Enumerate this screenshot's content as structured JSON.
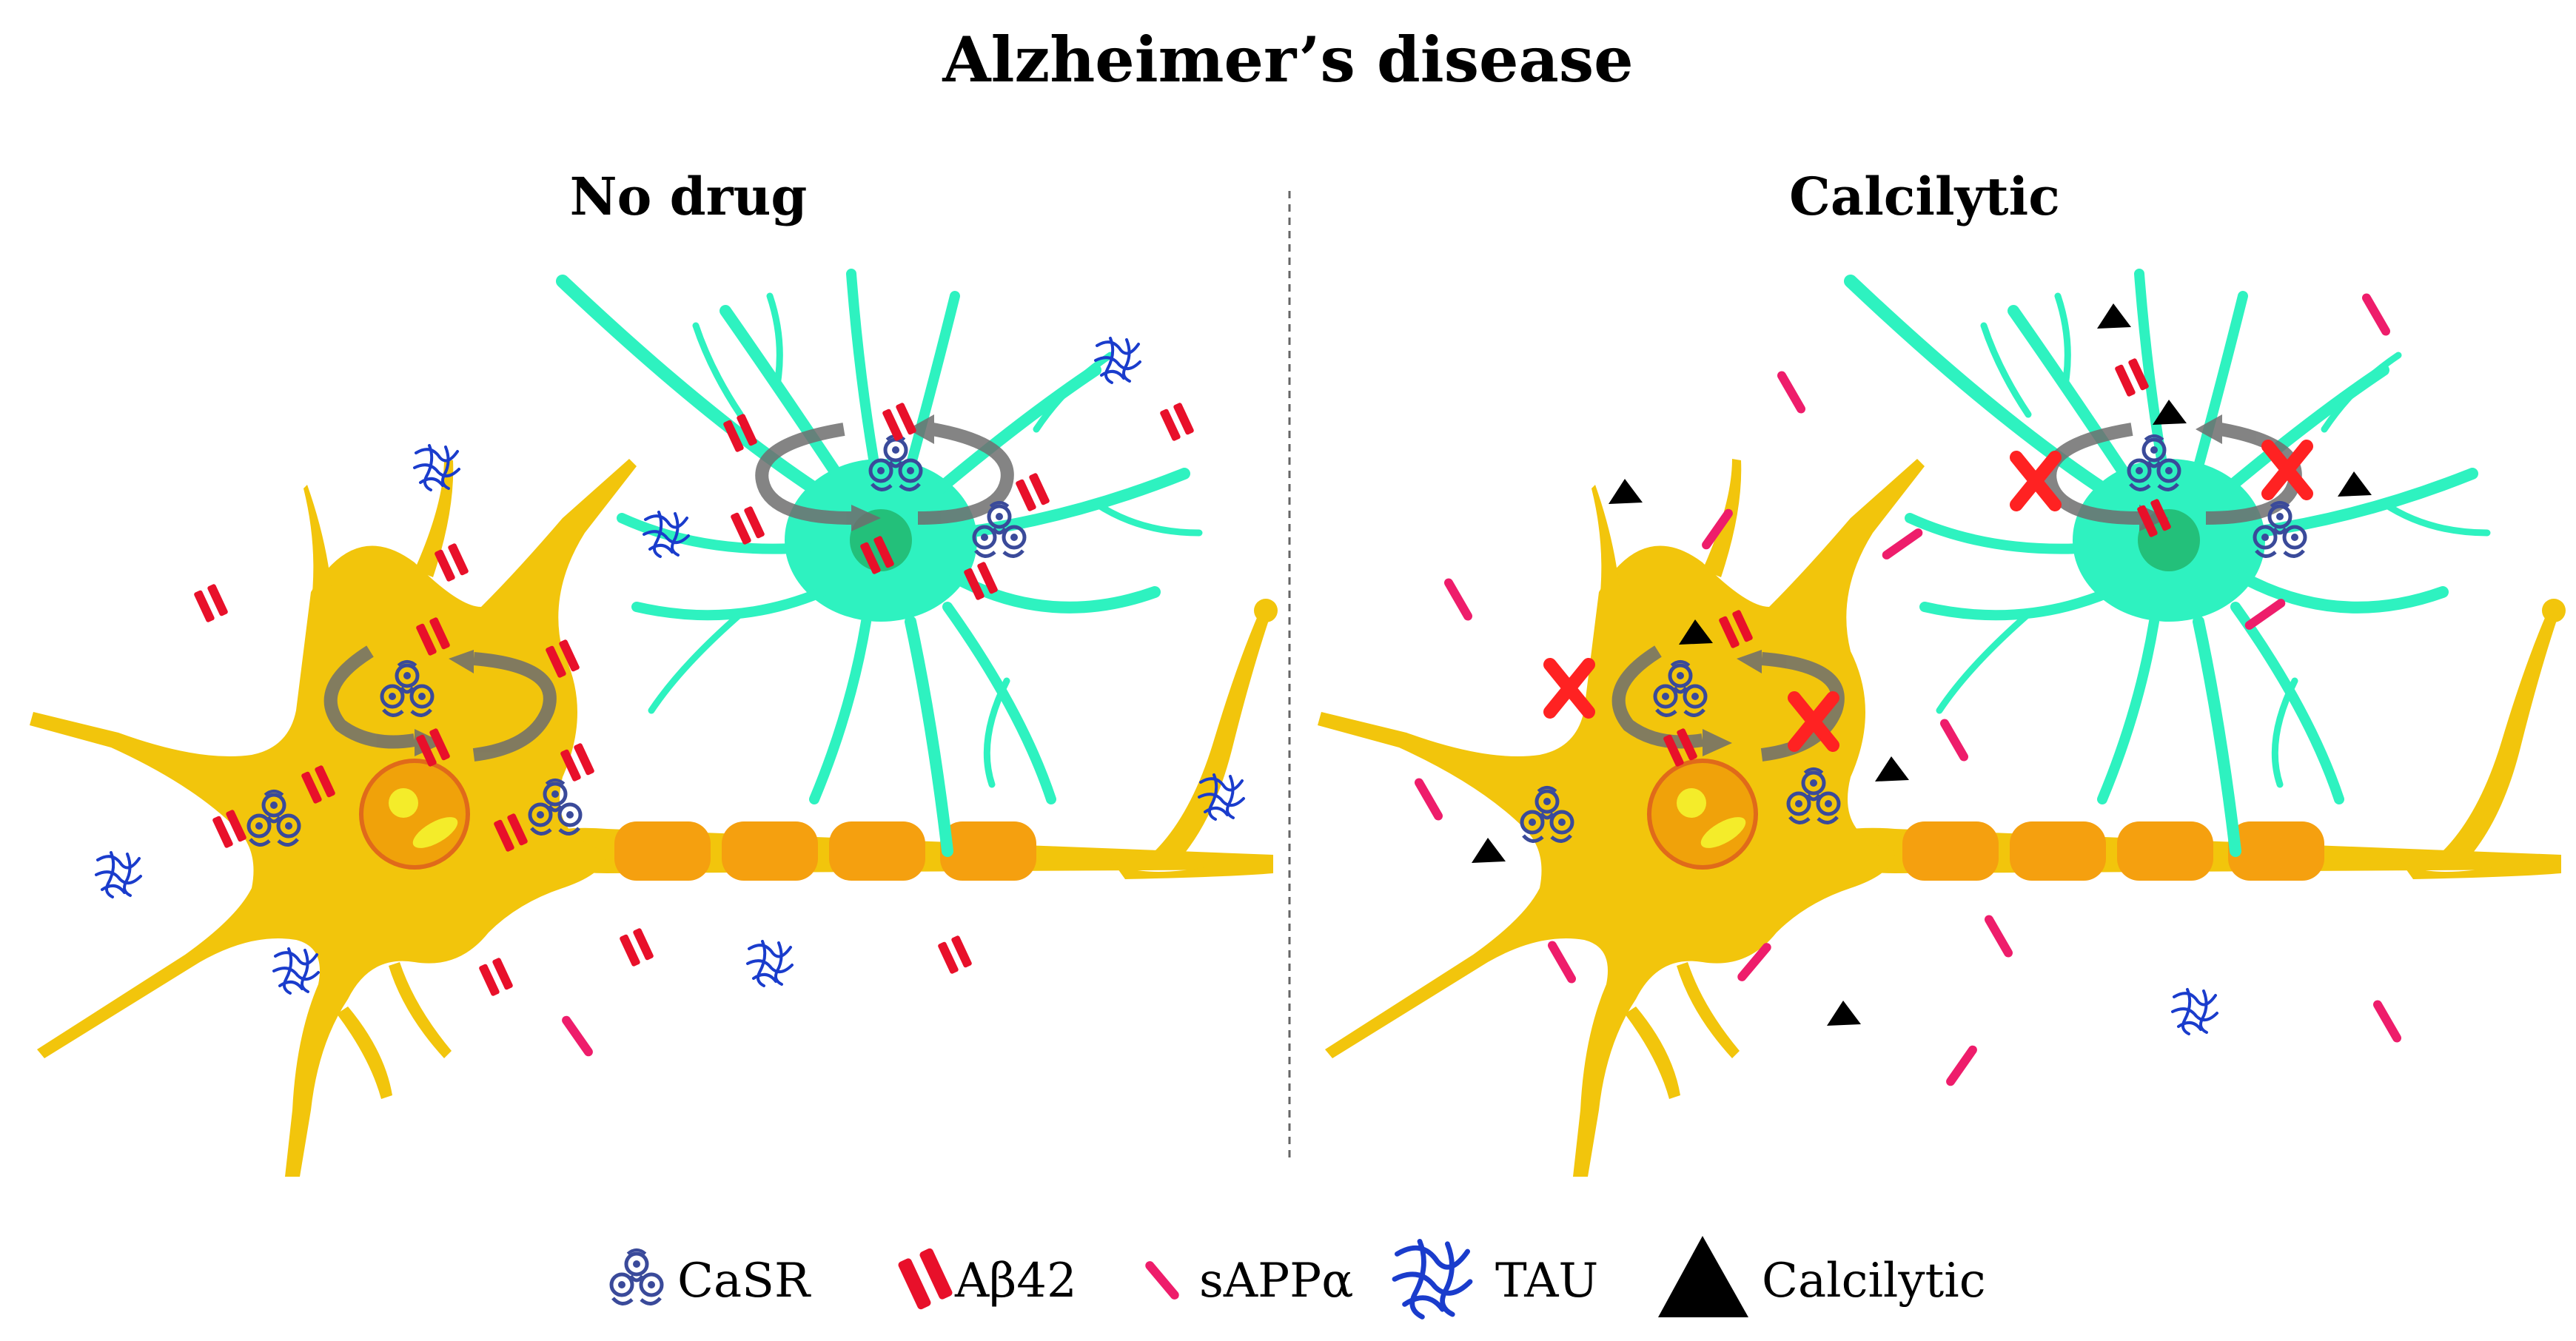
{
  "title": "Alzheimer’s disease",
  "panels": [
    {
      "id": "left",
      "title": "No drug"
    },
    {
      "id": "right",
      "title": "Calcilytic"
    }
  ],
  "legend": [
    {
      "key": "casr",
      "label": "CaSR",
      "icon": "casr-receptor-icon"
    },
    {
      "key": "abeta",
      "label": "Aβ42",
      "icon": "abeta42-icon"
    },
    {
      "key": "sapp",
      "label": "sAPPα",
      "icon": "sappalpha-icon"
    },
    {
      "key": "tau",
      "label": "TAU",
      "icon": "tau-tangle-icon"
    },
    {
      "key": "calcilytic",
      "label": "Calcilytic",
      "icon": "calcilytic-triangle-icon"
    }
  ],
  "colors": {
    "neuron": "#f2c50c",
    "neuron_dark": "#d9a800",
    "myelin": "#f5a00f",
    "astrocyte": "#2ef2c0",
    "astrocyte_nucleus": "#23c07a",
    "abeta": "#e8102a",
    "sapp": "#ee1d6b",
    "tau": "#1a3ccc",
    "casr": "#3a4a9a",
    "cycle_arrow": "#6e6e6e",
    "block_x": "#ff2222",
    "calcilytic": "#000000"
  }
}
